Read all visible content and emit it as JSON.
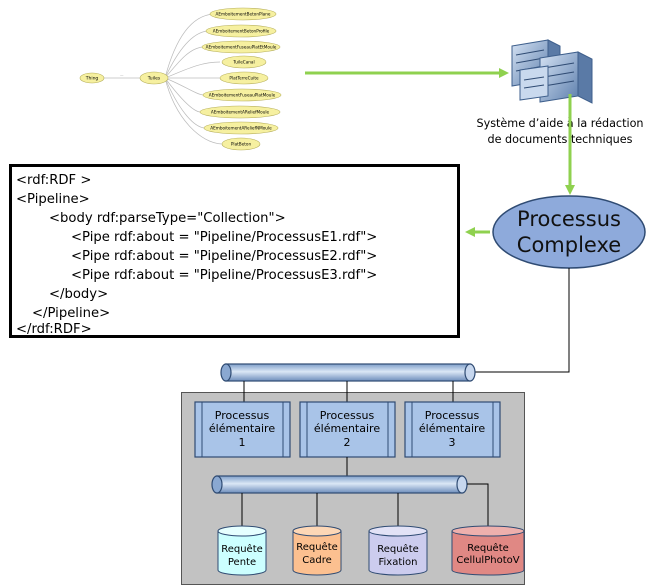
{
  "ontology": {
    "root": "Thing",
    "center": "Tuiles",
    "children": [
      "AEmboitementBetonPlane",
      "AEmboitementBetonProfile",
      "AEmboitementFuseauPlatEtMoule",
      "TuileCanal",
      "PlatTerreCuite",
      "AEmboitementFuseauPlatMoule",
      "AEmboitementAReliefMoule",
      "AEmboitementAReliefNMoule",
      "PlatBeton"
    ]
  },
  "system": {
    "caption_line1": "Système d’aide à la rédaction",
    "caption_line2": "de documents techniques"
  },
  "complex_process": {
    "line1": "Processus",
    "line2": "Complexe"
  },
  "xml_code": [
    "<rdf:RDF >",
    "<Pipeline>",
    "<body rdf:parseType=\"Collection\">",
    "<Pipe rdf:about = \"Pipeline/ProcessusE1.rdf\">",
    "<Pipe rdf:about = \"Pipeline/ProcessusE2.rdf\">",
    "<Pipe rdf:about = \"Pipeline/ProcessusE3.rdf\">",
    "</body>",
    "</Pipeline>",
    "</rdf:RDF>"
  ],
  "elementary_processes": [
    {
      "line1": "Processus",
      "line2": "élémentaire",
      "line3": "1"
    },
    {
      "line1": "Processus",
      "line2": "élémentaire",
      "line3": "2"
    },
    {
      "line1": "Processus",
      "line2": "élémentaire",
      "line3": "3"
    }
  ],
  "requests": [
    {
      "line1": "Requête",
      "line2": "Pente",
      "fill": "#ccffff"
    },
    {
      "line1": "Requête",
      "line2": "Cadre",
      "fill": "#fcc090"
    },
    {
      "line1": "Requête",
      "line2": "Fixation",
      "fill": "#ccccee"
    },
    {
      "line1": "Requête",
      "line2": "CellulPhotoV",
      "fill": "#e08884"
    }
  ],
  "colors": {
    "arrow_green": "#8fd14f",
    "ellipse_fill": "#8eaadb",
    "process_fill": "#a9c4e8",
    "ontology_node": "#f6f0a0"
  }
}
